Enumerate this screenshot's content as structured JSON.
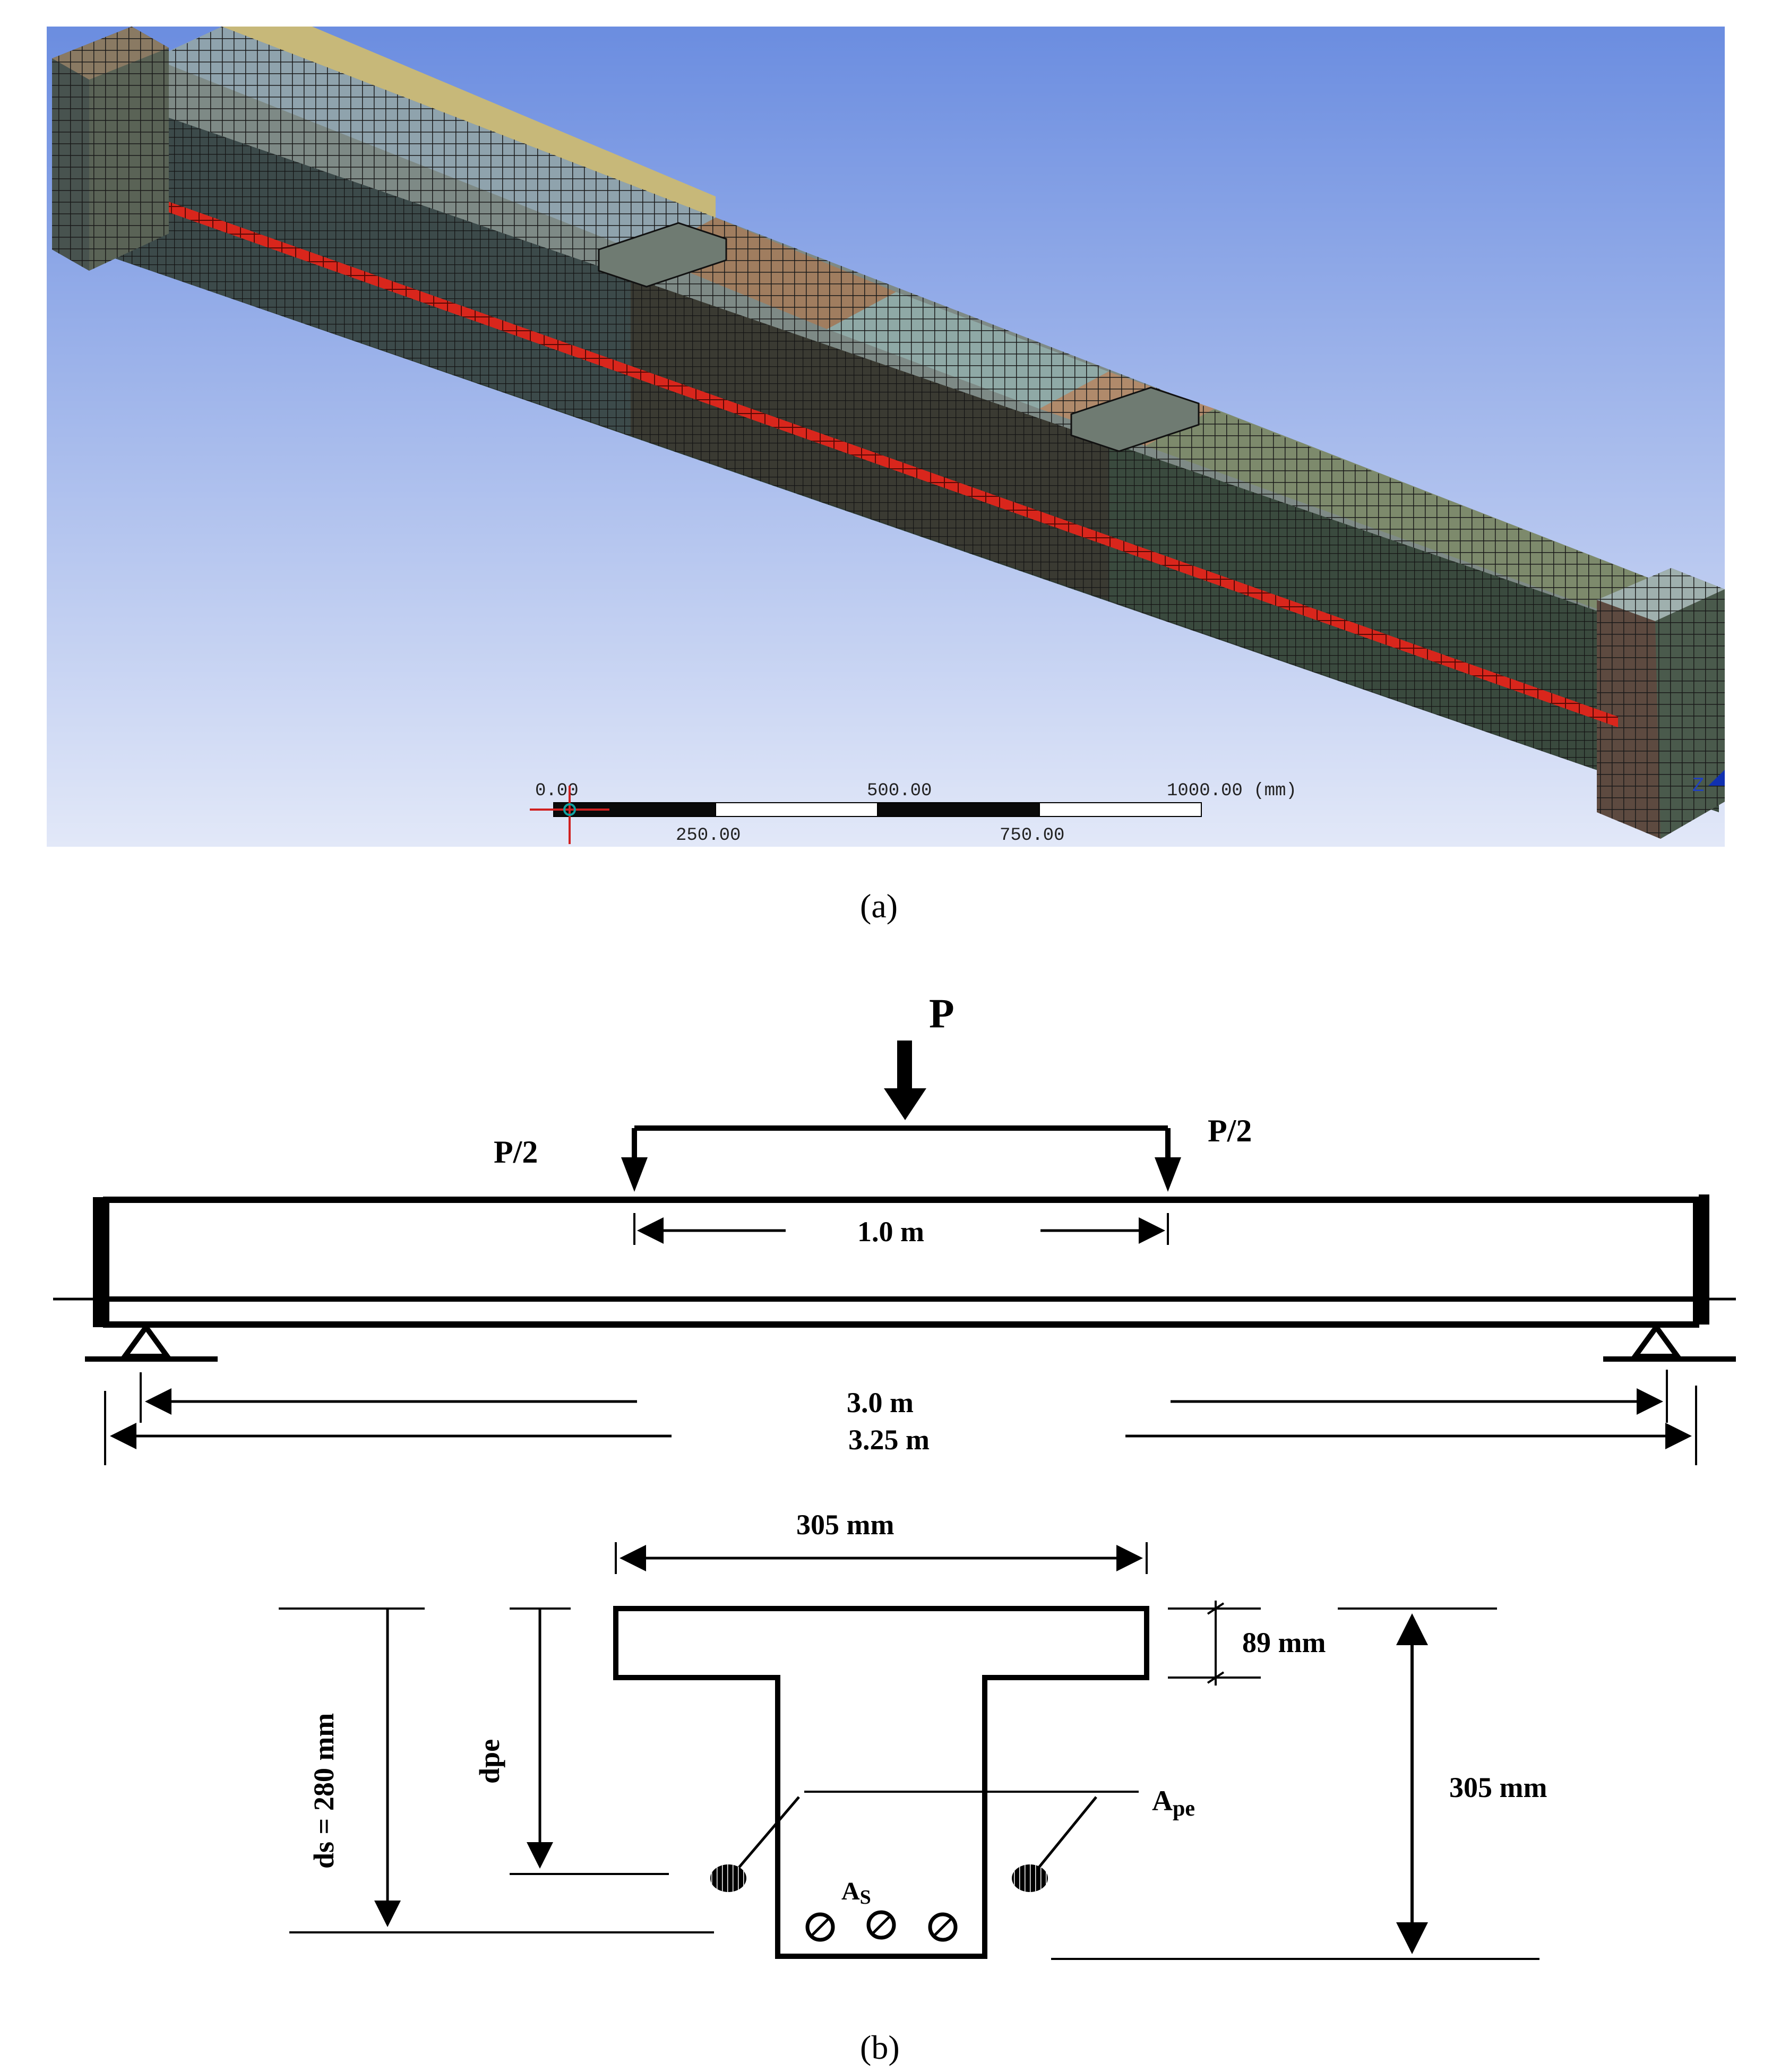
{
  "panel_a": {
    "caption": "(a)",
    "scale_bar": {
      "top_labels": [
        "0.00",
        "500.00",
        "1000.00 (mm)"
      ],
      "bottom_labels": [
        "250.00",
        "750.00"
      ]
    },
    "axis_label": "Z"
  },
  "panel_b": {
    "caption": "(b)",
    "load_P": "P",
    "load_left": "P/2",
    "load_right": "P/2",
    "load_spacing": "1.0 m",
    "span_clear": "3.0 m",
    "span_total": "3.25 m",
    "flange_width": "305 mm",
    "flange_depth": "89 mm",
    "total_depth": "305 mm",
    "ds_label": "ds = 280 mm",
    "dpe_label": "dpe",
    "ape_label": "A",
    "ape_sub": "pe",
    "as_label": "A",
    "as_sub": "S"
  },
  "colors": {
    "sky_top": "#6b8fe0",
    "sky_bottom": "#dfe6f8",
    "rebar": "#e0281e",
    "mesh_line": "#1c1c1c"
  }
}
